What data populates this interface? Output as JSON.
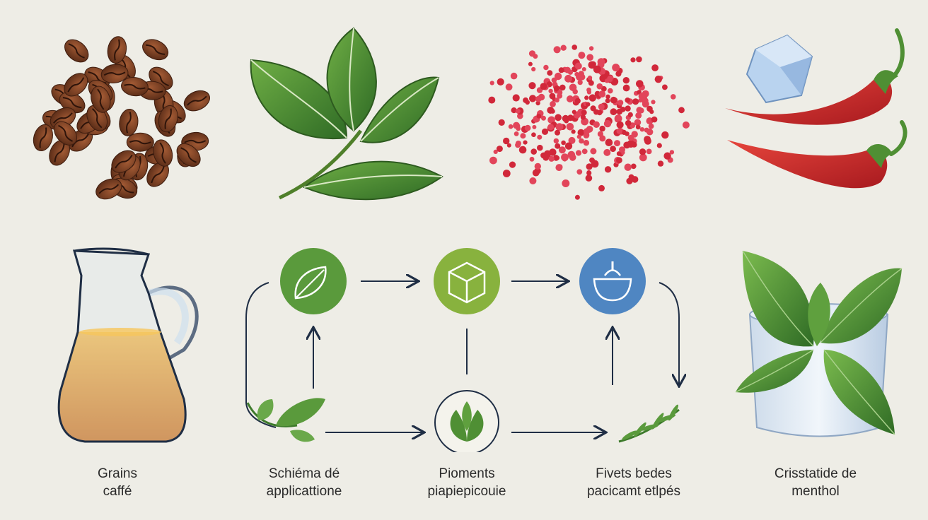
{
  "captions": [
    {
      "line1": "Grains",
      "line2": "caffé"
    },
    {
      "line1": "Schiéma dé",
      "line2": "applicattione"
    },
    {
      "line1": "Pioments",
      "line2": "piapiepicouie"
    },
    {
      "line1": "Fivets bedes",
      "line2": "pacicamt etlpés"
    },
    {
      "line1": "Crisstatide de",
      "line2": "menthol"
    }
  ],
  "colors": {
    "background": "#eeede6",
    "coffee": "#6b3a22",
    "leaf_green": "#4f8f34",
    "pepper_red": "#d1283a",
    "chili_red": "#c9242a",
    "icon_green": "#5a9a3c",
    "icon_lime": "#88b23e",
    "icon_blue": "#4f86c2",
    "liquid": "#e0952a",
    "line": "#1f2e45"
  },
  "icons": [
    "coffee-beans-icon",
    "bay-leaves-icon",
    "pink-peppercorns-icon",
    "ice-cube-icon",
    "chili-peppers-icon",
    "glass-carafe-icon",
    "leaf-circle-icon",
    "cube-circle-icon",
    "mortar-circle-icon",
    "herb-sprig-icon",
    "mint-circle-icon",
    "rosemary-sprig-icon",
    "mint-glass-icon"
  ]
}
